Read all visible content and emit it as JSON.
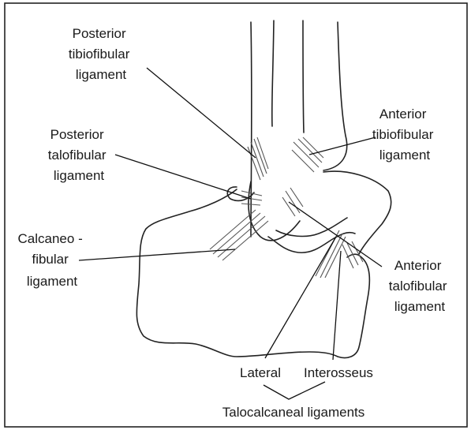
{
  "labels": {
    "posterior_tibiofibular": [
      "Posterior",
      "tibiofibular",
      "ligament"
    ],
    "anterior_tibiofibular": [
      "Anterior",
      "tibiofibular",
      "ligament"
    ],
    "posterior_talofibular": [
      "Posterior",
      "talofibular",
      "ligament"
    ],
    "calcaneofibular": [
      "Calcaneo -",
      "fibular",
      "ligament"
    ],
    "anterior_talofibular": [
      "Anterior",
      "talofibular",
      "ligament"
    ],
    "lateral": "Lateral",
    "interosseus": "Interosseus",
    "talocalcaneal": "Talocalcaneal ligaments"
  }
}
